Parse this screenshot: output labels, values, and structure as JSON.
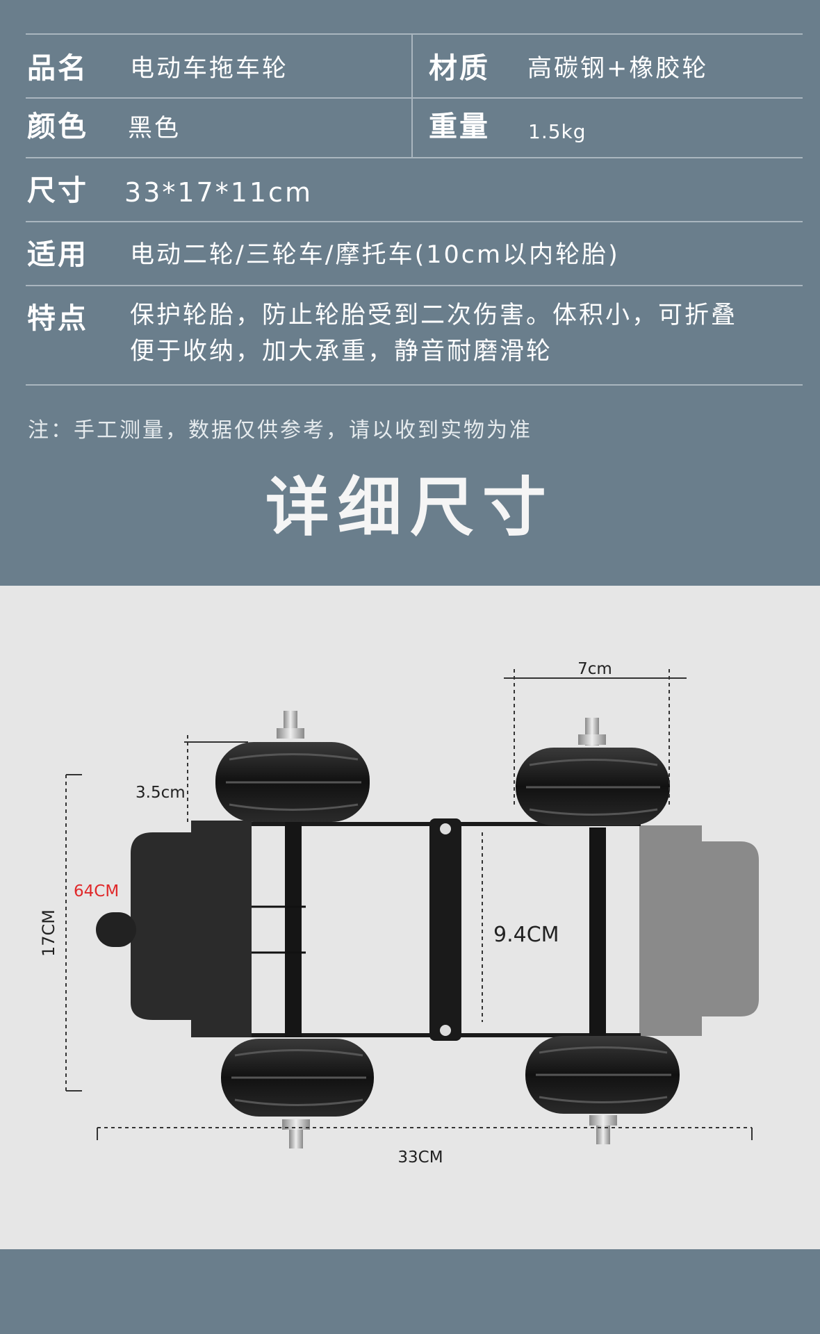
{
  "specs": {
    "name_label": "品名",
    "name_value": "电动车拖车轮",
    "material_label": "材质",
    "material_value": "高碳钢+橡胶轮",
    "color_label": "颜色",
    "color_value": "黑色",
    "weight_label": "重量",
    "weight_value": "1.5kg",
    "size_label": "尺寸",
    "size_value": "33*17*11cm",
    "usage_label": "适用",
    "usage_value": "电动二轮/三轮车/摩托车(10cm以内轮胎)",
    "feature_label": "特点",
    "feature_line1": "保护轮胎，防止轮胎受到二次伤害。体积小，可折叠",
    "feature_line2": "便于收纳，加大承重，静音耐磨滑轮"
  },
  "note": "注：手工测量，数据仅供参考，请以收到实物为准",
  "heading": "详细尺寸",
  "dimensions": {
    "wheel_width": "7cm",
    "wheel_gap": "3.5cm",
    "red_label": "64CM",
    "height": "17CM",
    "inner_width": "9.4CM",
    "length": "33CM"
  },
  "colors": {
    "background": "#6a7e8c",
    "photo_bg": "#e6e6e6",
    "red_label": "#e0282a"
  }
}
